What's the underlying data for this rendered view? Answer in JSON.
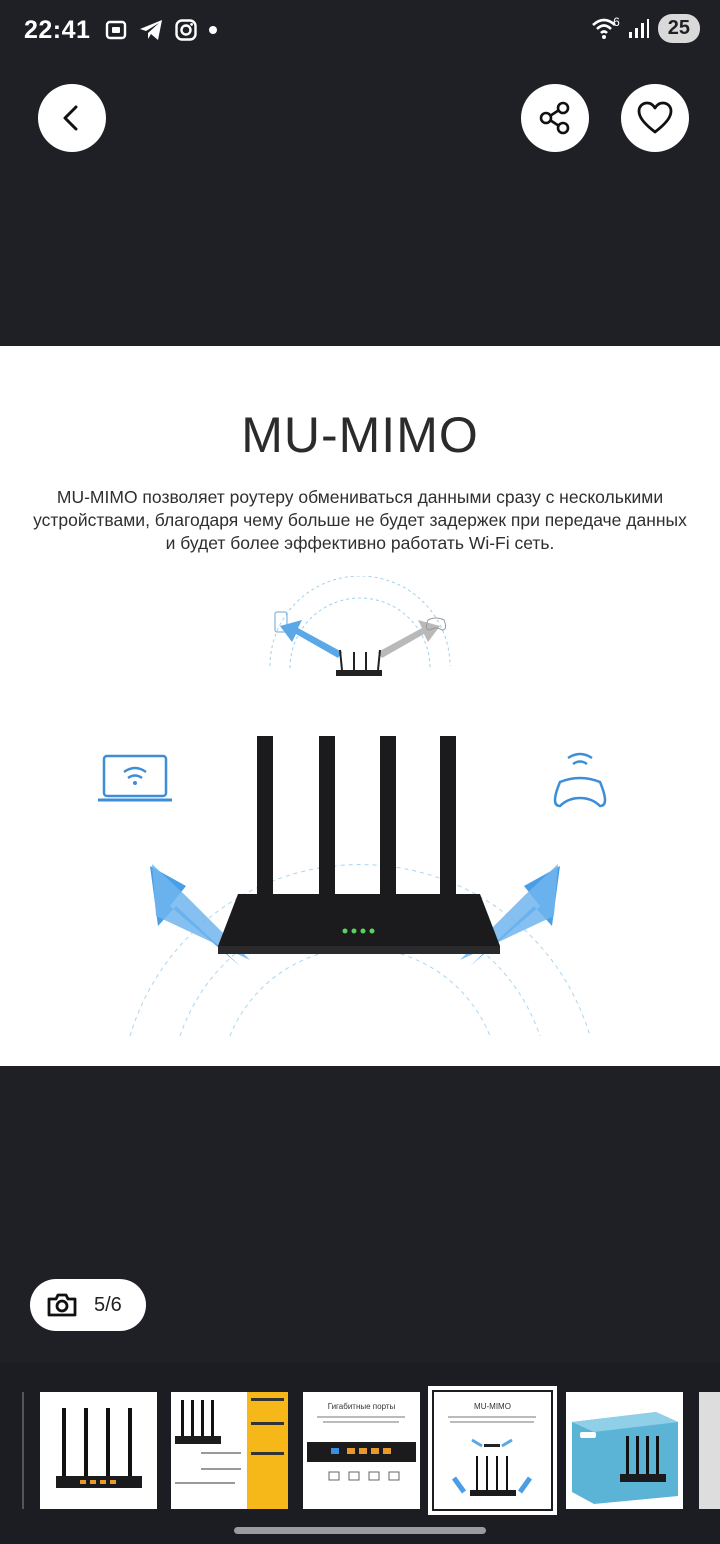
{
  "status": {
    "time": "22:41",
    "network_badge": "6",
    "battery": "25"
  },
  "header": {
    "back_icon": "chevron-left-icon",
    "share_icon": "share-icon",
    "favorite_icon": "heart-icon"
  },
  "promo": {
    "title": "MU-MIMO",
    "description": "MU-MIMO позволяет роутеру обмениваться данными сразу с несколькими устройствами, благодаря чему больше не будет задержек при передаче данных и будет более эффективно работать Wi-Fi сеть."
  },
  "gallery": {
    "counter": "5/6",
    "counter_icon": "camera-icon",
    "current_index": 5,
    "total": 6
  },
  "thumbnails": [
    {
      "caption": ""
    },
    {
      "caption": ""
    },
    {
      "caption": "Гигабитные порты"
    },
    {
      "caption": "MU-MIMO"
    },
    {
      "caption": ""
    }
  ],
  "colors": {
    "background": "#1f2026",
    "panel": "#ffffff",
    "arrow_blue": "#3a8fe0",
    "router": "#1b1b1d"
  }
}
